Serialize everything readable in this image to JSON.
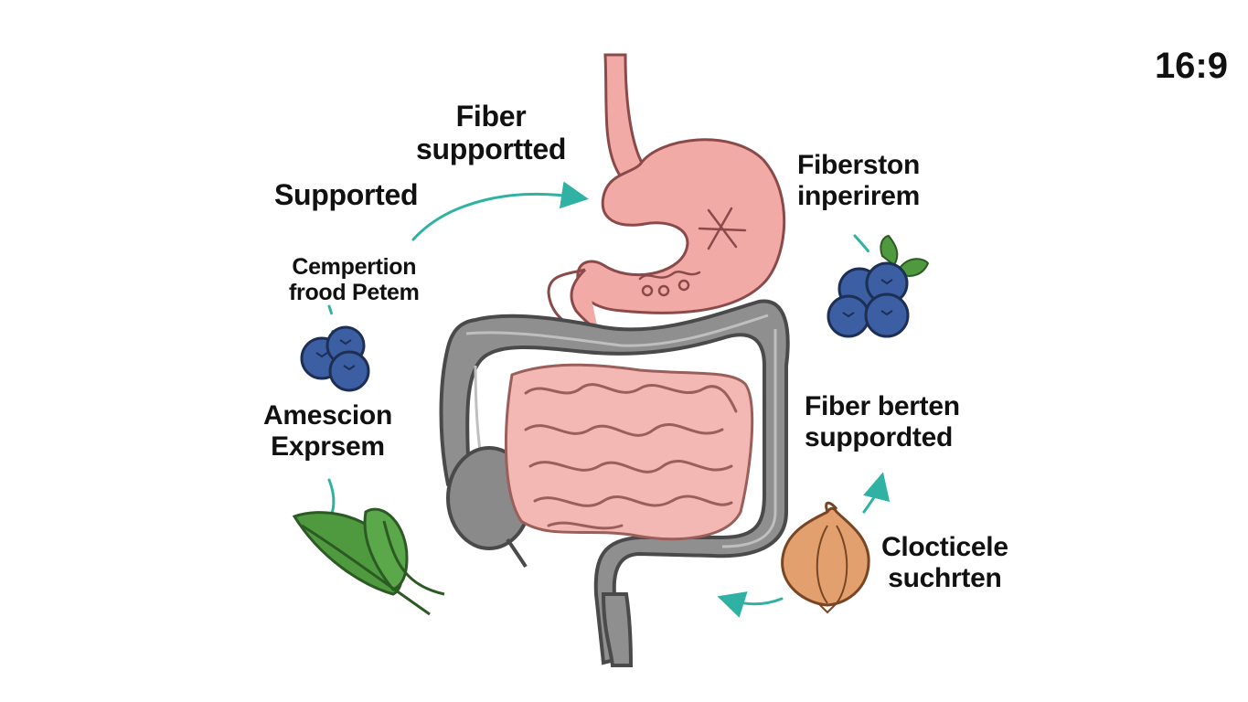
{
  "aspect_label": "16:9",
  "labels": {
    "fiber_supported": [
      "Fiber",
      "supportted"
    ],
    "supported": "Supported",
    "cempertion": [
      "Cempertion",
      "frood Petem"
    ],
    "amescion": [
      "Amescion",
      "Exprsem"
    ],
    "fiberston": [
      "Fiberston",
      "inperirem"
    ],
    "fiber_berten": [
      "Fiber berten",
      "suppordted"
    ],
    "clocticele": [
      "Clocticele",
      "suchrten"
    ]
  },
  "colors": {
    "stomach": "#f2aaa7",
    "stomach_outline": "#8a4a4a",
    "small_intestine": "#f4b8b4",
    "colon": "#8f8f8f",
    "colon_outline": "#4a4a4a",
    "arrow": "#2fb2a3",
    "blueberry": "#3c5fa3",
    "leaf": "#4f9a3f",
    "onion": "#e3a06f"
  },
  "icons": [
    "blueberries-icon",
    "spinach-leaves-icon",
    "onion-icon",
    "stomach-illustration",
    "intestines-illustration"
  ]
}
